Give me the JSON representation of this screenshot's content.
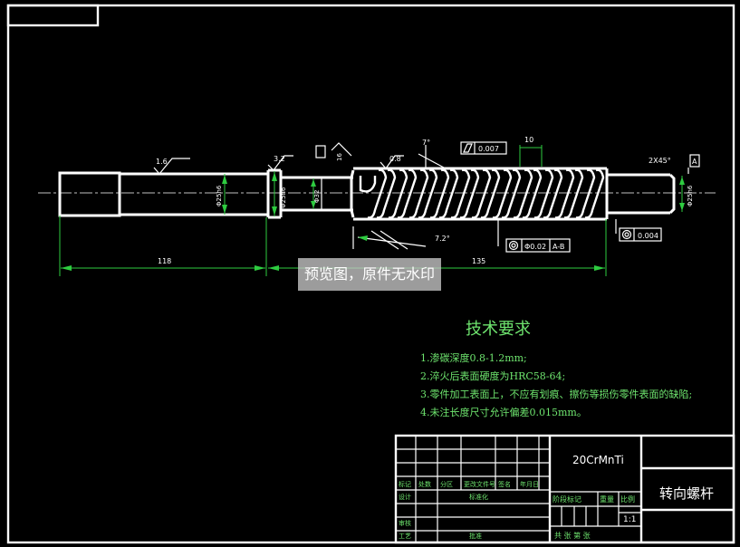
{
  "dimensions": {
    "roughness_1": "1.6",
    "roughness_2": "3.2",
    "roughness_3": "0.8",
    "dia_left": "Φ25h6",
    "dia_mid": "Φ25h6",
    "dia_right": "Φ25h6",
    "dia_32": "Φ32",
    "len_118": "118",
    "len_135": "135",
    "pitch_10": "10",
    "angle_7": "7°",
    "thread_angle": "7.2°",
    "chamfer": "2X45°",
    "flatness": "0.007",
    "coaxiality": "Φ0.02",
    "datum": "A-B",
    "runout": "0.004",
    "slot_dim": "16",
    "datum_label": "A"
  },
  "watermark": "预览图，原件无水印",
  "tech_req": {
    "title": "技术要求",
    "items": [
      "1.渗碳深度0.8-1.2mm;",
      "2.淬火后表面硬度为HRC58-64;",
      "3.零件加工表面上，不应有划痕、擦伤等损伤零件表面的缺陷;",
      "4.未注长度尺寸允许偏差0.015mm。"
    ]
  },
  "title_block": {
    "material": "20CrMnTi",
    "part_name": "转向螺杆",
    "scale": "1:1",
    "stage_label": "阶段标记",
    "weight_label": "重量",
    "scale_label": "比例",
    "sheet_label": "共  张 第  张",
    "mark_label": "标记",
    "count_label": "处数",
    "zone_label": "分区",
    "change_label": "更改文件号",
    "sign_label": "签名",
    "date_label": "年月日",
    "design_label": "设计",
    "standard_label": "标准化",
    "review_label": "审核",
    "process_label": "工艺",
    "approve_label": "批准"
  }
}
